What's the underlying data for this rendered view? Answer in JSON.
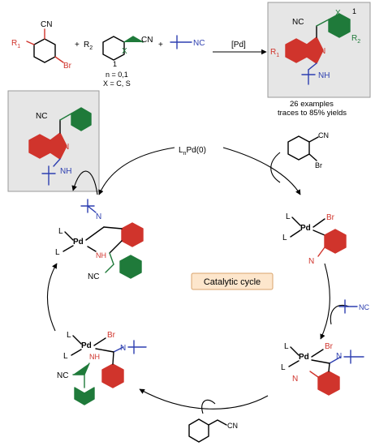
{
  "scheme": {
    "reactants": {
      "r1": "R",
      "r1_sub": "1",
      "cn": "CN",
      "br": "Br",
      "plus": "+",
      "r2": "R",
      "r2_sub": "2",
      "x_atom": "X",
      "n_index": "1",
      "isocyanide": "NC",
      "conditions_n": "n = 0,1",
      "conditions_x": "X = C, S"
    },
    "reaction_arrow_label": "[Pd]",
    "product": {
      "nc": "NC",
      "x_atom": "X",
      "n_index": "1",
      "r1": "R",
      "r1_sub": "1",
      "r2": "R",
      "r2_sub": "2",
      "n": "N",
      "nh": "NH"
    },
    "scope_line1": "26 examples",
    "scope_line2": "traces to 85% yields"
  },
  "cycle": {
    "center_label": "Catalytic cycle",
    "catalyst": "L",
    "catalyst_sub": "n",
    "catalyst_rest": "Pd(0)",
    "side_product": {
      "nc": "NC",
      "n": "N",
      "nh": "NH"
    },
    "reagent_aryl_bromide": {
      "cn": "CN",
      "br": "Br"
    },
    "reagent_isocyanide": "NC",
    "reagent_nitrile": "CN",
    "complex_oxidative": {
      "l1": "L",
      "l2": "L",
      "pd": "Pd",
      "br": "Br",
      "n": "N"
    },
    "complex_insertion": {
      "l1": "L",
      "l2": "L",
      "pd": "Pd",
      "br": "Br",
      "n": "N",
      "n_cn": "N"
    },
    "complex_alkyl": {
      "l1": "L",
      "l2": "L",
      "pd": "Pd",
      "br": "Br",
      "nh": "NH",
      "n": "N",
      "nc": "NC"
    },
    "complex_palladacycle": {
      "l1": "L",
      "l2": "L",
      "pd": "Pd",
      "n": "N",
      "nh": "NH",
      "nc": "NC"
    }
  }
}
